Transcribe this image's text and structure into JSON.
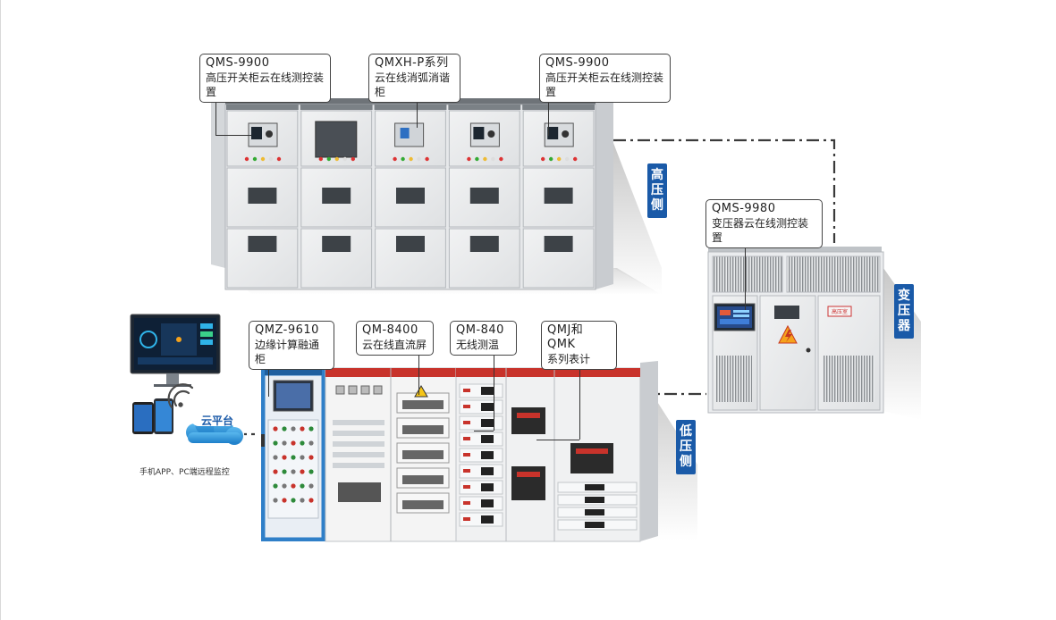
{
  "colors": {
    "cabinet_body": "#e8eaec",
    "cabinet_frame": "#b8bcc0",
    "cabinet_top_strip": "#6e7378",
    "badge_blue": "#1a5aa8",
    "dashed_line": "#3a3a3a",
    "lowvolt_red_strip": "#c8332b",
    "qmz_blue": "#2f7fc8"
  },
  "callouts": {
    "hv_left": {
      "model": "QMS-9900",
      "desc": "高压开关柜云在线测控装置"
    },
    "hv_mid": {
      "model": "QMXH-P系列",
      "desc": "云在线消弧消谐柜"
    },
    "hv_right": {
      "model": "QMS-9900",
      "desc": "高压开关柜云在线测控装置"
    },
    "transformer": {
      "model": "QMS-9980",
      "desc": "变压器云在线测控装置"
    },
    "qmz": {
      "model": "QMZ-9610",
      "desc": "边缘计算融通柜"
    },
    "qm8400": {
      "model": "QM-8400",
      "desc": "云在线直流屏"
    },
    "qm840": {
      "model": "QM-840",
      "desc": "无线测温"
    },
    "qmj": {
      "model": "QMJ和QMK",
      "desc": "系列表计"
    }
  },
  "badges": {
    "high_voltage": "高压侧",
    "transformer": "变压器",
    "low_voltage": "低压侧"
  },
  "remote": {
    "cloud_label": "云平台",
    "caption": "手机APP、PC端远程监控",
    "wifi_icon": "wifi-icon",
    "monitor_icon": "monitor-icon",
    "phone_icon": "phone-icon",
    "cloud_icon": "cloud-icon"
  },
  "transformer_panel": {
    "warning_label": "高压室"
  }
}
